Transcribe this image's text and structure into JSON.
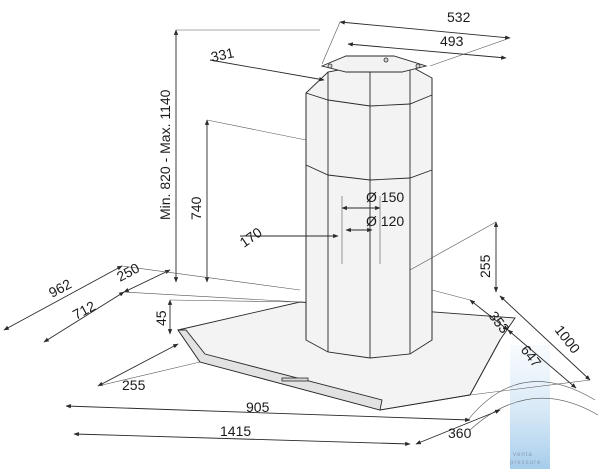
{
  "dimensions": {
    "d532": "532",
    "d493": "493",
    "d331": "331",
    "min_max": "Min. 820 - Max. 1140",
    "d740": "740",
    "d150": "Ø 150",
    "d120": "Ø 120",
    "d170": "170",
    "d255_right": "255",
    "d962": "962",
    "d712": "712",
    "d250": "250",
    "d45": "45",
    "d353": "353",
    "d1000": "1000",
    "d647": "647",
    "d255_left": "255",
    "d905": "905",
    "d1415": "1415",
    "d360": "360"
  },
  "watermark": {
    "line1": "venta",
    "line2": "pressure"
  },
  "colors": {
    "line": "#2a2a2a",
    "body": "#f3f3f3",
    "watermark": "#b8d6ee"
  }
}
